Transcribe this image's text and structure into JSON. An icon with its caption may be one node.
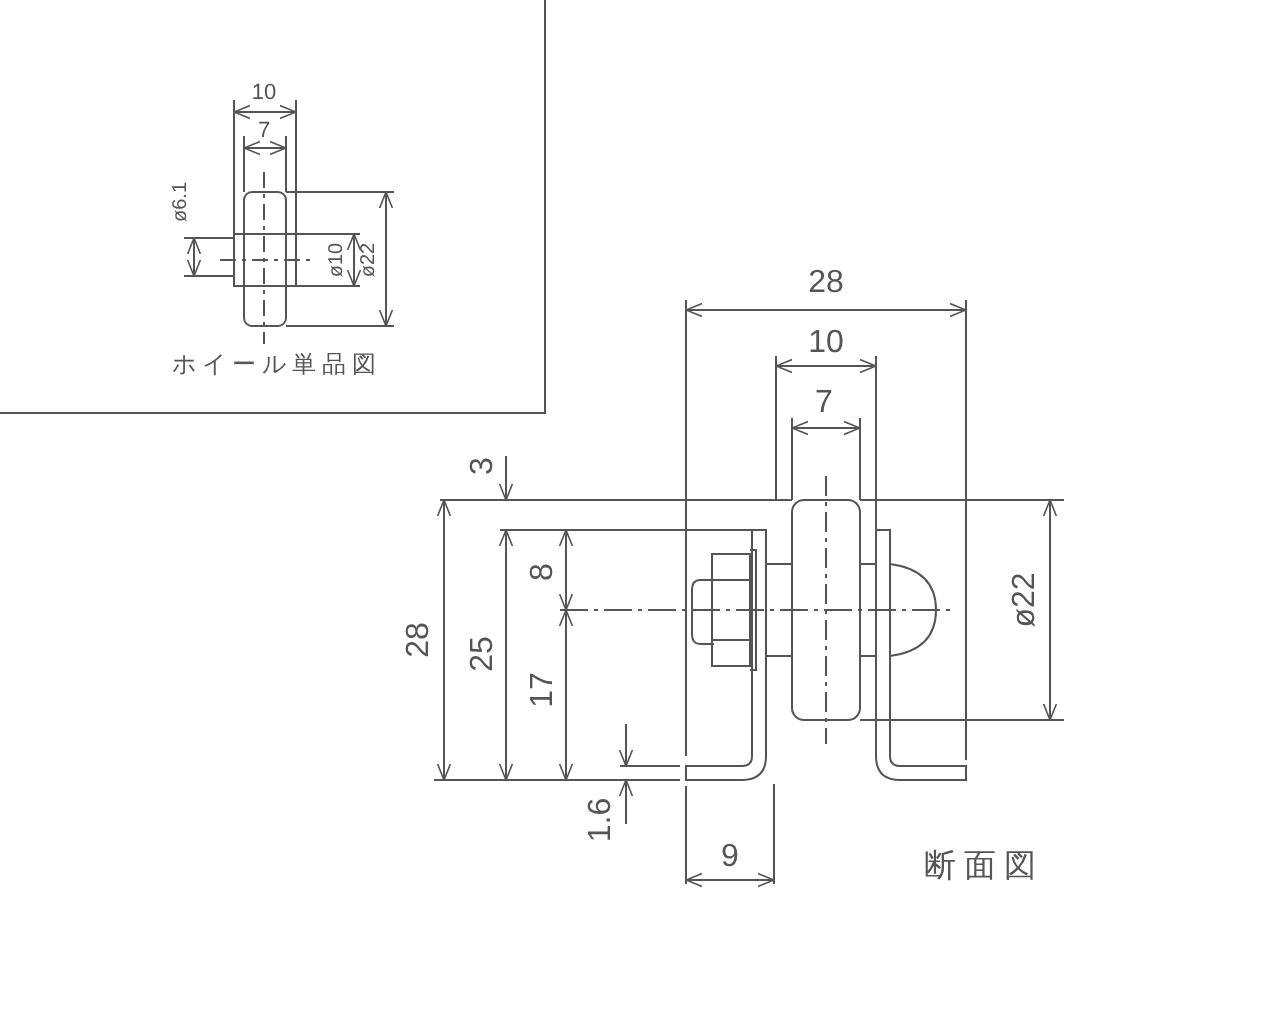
{
  "diagram": {
    "nodes": [
      {
        "text": [
          "ホイール単品図"
        ]
      }
    ],
    "labels": [
      "10",
      "7",
      "ø6.1",
      "ø10",
      "ø22",
      "28",
      "10",
      "7",
      "3",
      "28",
      "25",
      "8",
      "17",
      "ø22",
      "1.6",
      "9",
      "断面図"
    ]
  }
}
